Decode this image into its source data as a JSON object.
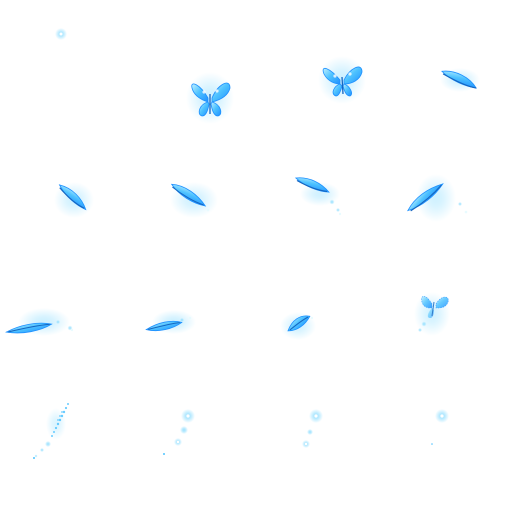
{
  "sprite_sheet": {
    "columns": 4,
    "rows": 4,
    "frame_count": 16,
    "subject": "butterfly-icon",
    "colors": {
      "background": "#ffffff",
      "wing_dark": "#1e90ff",
      "wing_mid": "#4fc3ff",
      "wing_light": "#bff0ff",
      "glow": "#6fd4ff",
      "sparkle": "#e8fbff"
    }
  }
}
